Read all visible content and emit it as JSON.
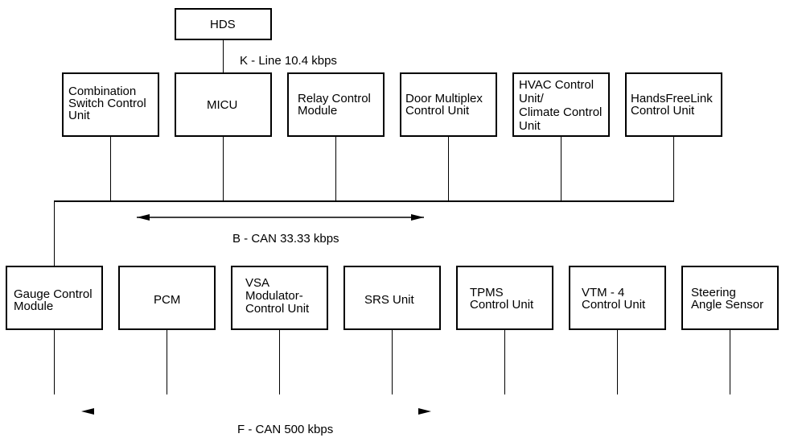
{
  "diagram": {
    "hds": "HDS",
    "k_line_label": "K - Line 10.4 kbps",
    "b_can_label": "B - CAN 33.33 kbps",
    "f_can_label": "F - CAN 500 kbps",
    "top_units": [
      {
        "label": "Combination\nSwitch Control\nUnit"
      },
      {
        "label": "MICU"
      },
      {
        "label": "Relay Control\nModule"
      },
      {
        "label": "Door Multiplex\nControl Unit"
      },
      {
        "label": "HVAC Control\nUnit/\nClimate Control\nUnit"
      },
      {
        "label": "HandsFreeLink\nControl Unit"
      }
    ],
    "bottom_units": [
      {
        "label": "Gauge Control\nModule"
      },
      {
        "label": "PCM"
      },
      {
        "label": "VSA\nModulator-\nControl Unit"
      },
      {
        "label": "SRS Unit"
      },
      {
        "label": "TPMS\nControl Unit"
      },
      {
        "label": "VTM - 4\nControl Unit"
      },
      {
        "label": "Steering\nAngle Sensor"
      }
    ]
  }
}
